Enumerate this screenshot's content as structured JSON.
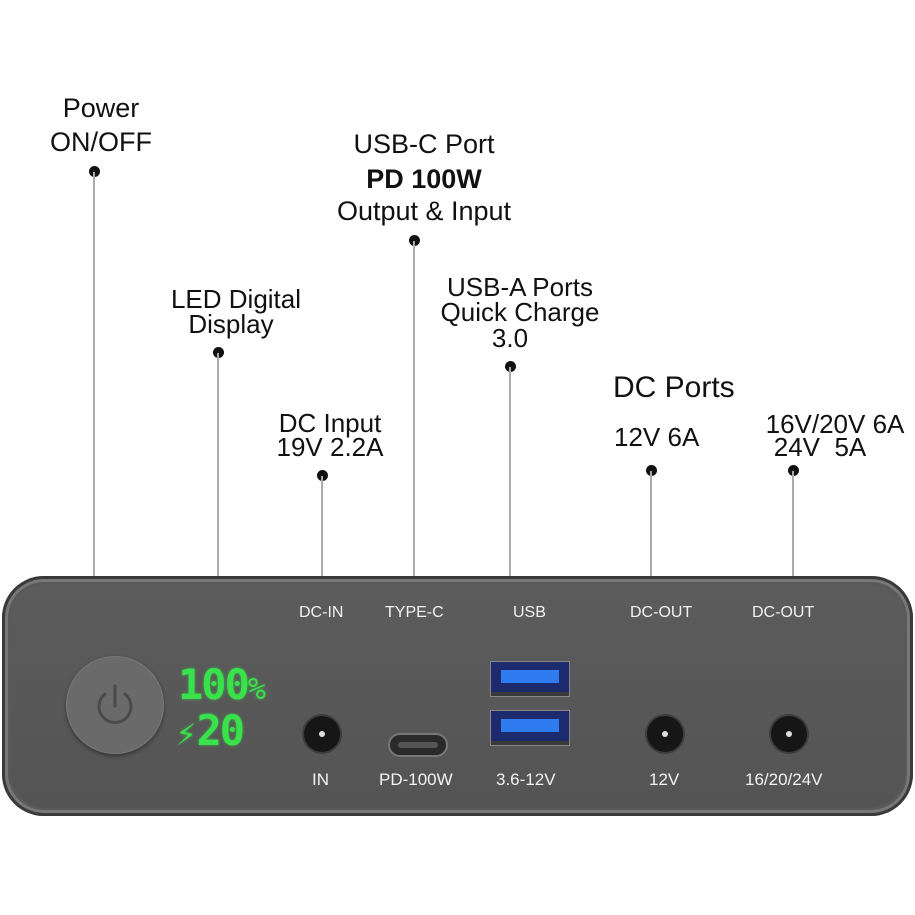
{
  "callouts": {
    "power": {
      "lines": [
        "Power",
        "ON/OFF"
      ]
    },
    "usbc": {
      "lines": [
        "USB-C Port",
        "PD 100W",
        "Output & Input"
      ]
    },
    "led": {
      "lines": [
        "LED Digital",
        "Display"
      ]
    },
    "usba": {
      "lines": [
        "USB-A Ports",
        "Quick Charge",
        "3.0"
      ]
    },
    "dcin": {
      "lines": [
        "DC Input",
        "19V 2.2A"
      ]
    },
    "dcports": {
      "title": "DC Ports"
    },
    "dc12": {
      "lines": [
        "12V 6A"
      ]
    },
    "dc24": {
      "lines": [
        "16V/20V 6A",
        "24V  5A"
      ]
    }
  },
  "panel": {
    "top_labels": [
      "DC-IN",
      "TYPE-C",
      "USB",
      "DC-OUT",
      "DC-OUT"
    ],
    "bottom_labels": [
      "IN",
      "PD-100W",
      "3.6-12V",
      "12V",
      "16/20/24V"
    ],
    "display": {
      "percent": "100",
      "percent_sign": "%",
      "watts": "20",
      "charging_icon": "lightning-icon"
    },
    "colors": {
      "body": "#595959",
      "lcd": "#39e24a",
      "usb_port": "#2f7bf0"
    }
  }
}
